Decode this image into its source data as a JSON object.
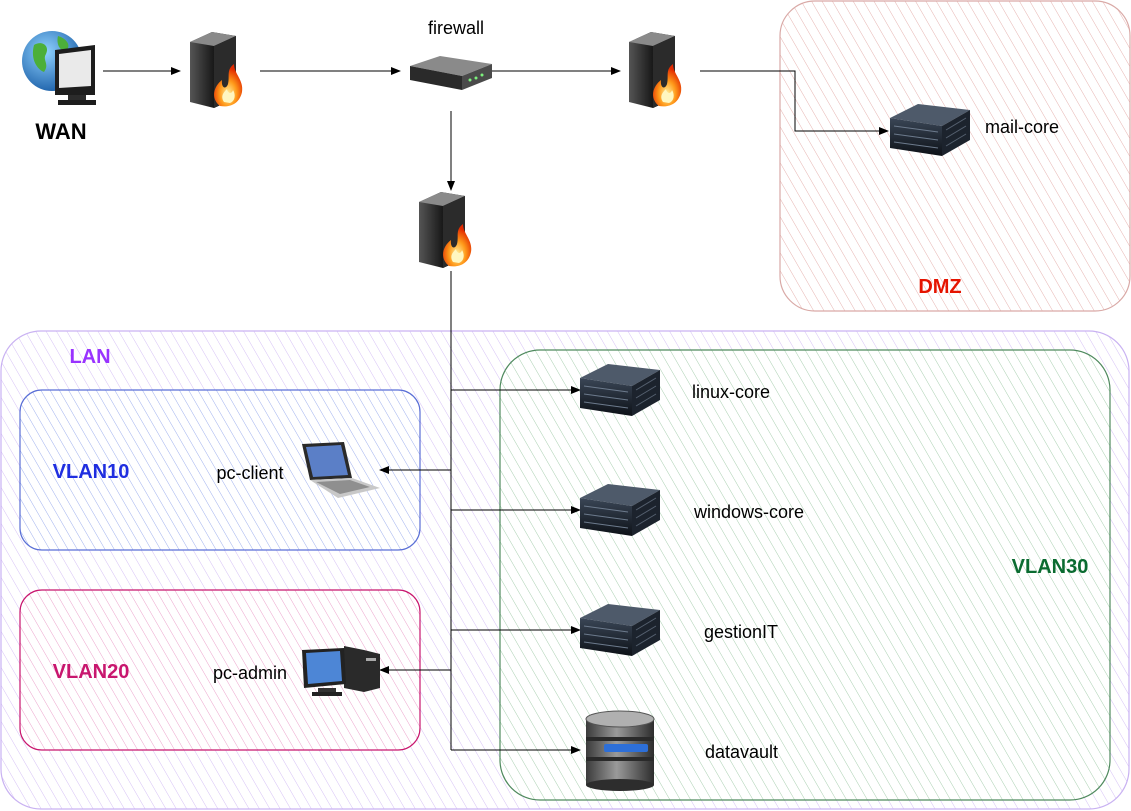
{
  "zones": {
    "dmz": "DMZ",
    "lan": "LAN",
    "vlan10": "VLAN10",
    "vlan20": "VLAN20",
    "vlan30": "VLAN30"
  },
  "nodes": {
    "wan": "WAN",
    "firewall": "firewall",
    "mail_core": "mail-core",
    "pc_client": "pc-client",
    "pc_admin": "pc-admin",
    "linux_core": "linux-core",
    "windows_core": "windows-core",
    "gestion_it": "gestionIT",
    "datavault": "datavault"
  },
  "colors": {
    "dmz": "#e51400",
    "lan": "#9933ff",
    "vlan10": "#1f2ee0",
    "vlan20": "#c8166e",
    "vlan30": "#0a6b30"
  },
  "icons": [
    "globe-monitor-icon",
    "firewall-icon",
    "router-icon",
    "server-icon",
    "laptop-icon",
    "desktop-pc-icon",
    "database-icon"
  ]
}
